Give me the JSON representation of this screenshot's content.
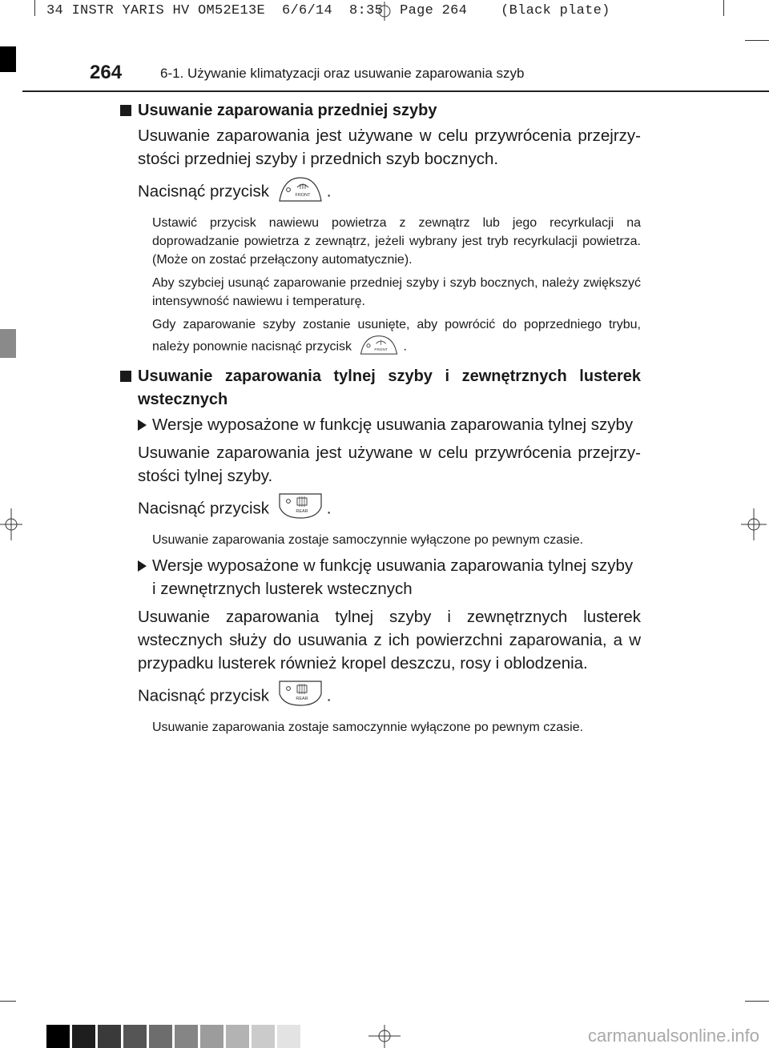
{
  "slug": "34 INSTR YARIS HV OM52E13E  6/6/14  8:35  Page 264    (Black plate)",
  "header": {
    "page_number": "264",
    "title": "6-1. Używanie klimatyzacji oraz usuwanie zaparowania szyb"
  },
  "section1": {
    "heading": "Usuwanie zaparowania przedniej szyby",
    "intro": "Usuwanie zaparowania jest używane w celu przywrócenia przejrzy-stości przedniej szyby i przednich szyb bocznych.",
    "press_text": "Nacisnąć przycisk",
    "press_button_label": "FRONT",
    "note1": "Ustawić przycisk nawiewu powietrza z zewnątrz lub jego recyrkulacji na doprowadzanie powietrza z zewnątrz, jeżeli wybrany jest tryb recyrkulacji powietrza. (Może on zostać przełączony automatycznie).",
    "note2": "Aby szybciej usunąć zaparowanie przedniej szyby i szyb bocznych, należy zwiększyć intensywność nawiewu i temperaturę.",
    "note3": "Gdy zaparowanie szyby zostanie usunięte, aby powrócić do poprzedniego trybu, należy ponownie nacisnąć przycisk"
  },
  "section2": {
    "heading": "Usuwanie zaparowania tylnej szyby i zewnętrznych lusterek wstecznych",
    "variant1": {
      "title": "Wersje wyposażone w funkcję usuwania zaparowania tylnej szyby",
      "intro": "Usuwanie zaparowania jest używane w celu przywrócenia przejrzy-stości tylnej szyby.",
      "press_text": "Nacisnąć przycisk",
      "press_button_label": "REAR",
      "note": "Usuwanie zaparowania zostaje samoczynnie wyłączone po pewnym czasie."
    },
    "variant2": {
      "title": "Wersje wyposażone w funkcję usuwania zaparowania tylnej szyby i zewnętrznych lusterek wstecznych",
      "intro": "Usuwanie zaparowania tylnej szyby i zewnętrznych lusterek wstecznych służy do usuwania z ich powierzchni zaparowania, a w przypadku lusterek również kropel deszczu, rosy i oblodzenia.",
      "press_text": "Nacisnąć przycisk",
      "press_button_label": "REAR",
      "note": "Usuwanie zaparowania zostaje samoczynnie wyłączone po pewnym czasie."
    }
  },
  "watermark": "carmanualsonline.info",
  "colors": {
    "text": "#1a1a1a",
    "tab_gray": "#8a8a8a"
  }
}
